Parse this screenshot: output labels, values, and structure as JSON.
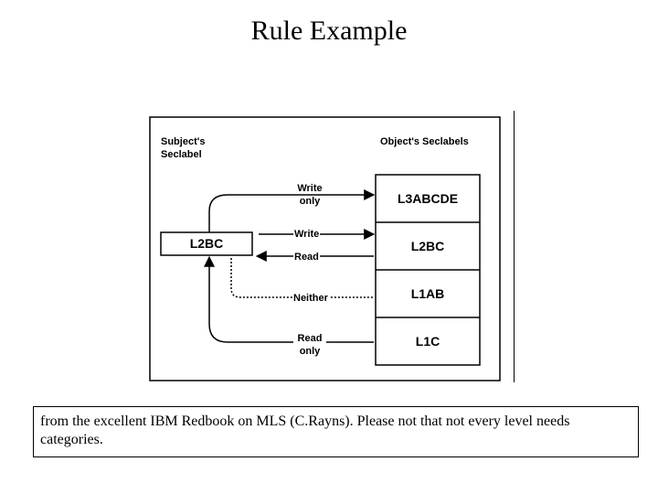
{
  "title": "Rule Example",
  "diagram": {
    "subject_header_line1": "Subject's",
    "subject_header_line2": "Seclabel",
    "object_header": "Object's Seclabels",
    "subject_label": "L2BC",
    "object_labels": [
      "L3ABCDE",
      "L2BC",
      "L1AB",
      "L1C"
    ],
    "arrows": {
      "write_only_line1": "Write",
      "write_only_line2": "only",
      "write": "Write",
      "read": "Read",
      "neither": "Neither",
      "read_only_line1": "Read",
      "read_only_line2": "only"
    }
  },
  "caption": "from the excellent IBM Redbook on MLS (C.Rayns). Please not that not every level needs categories."
}
